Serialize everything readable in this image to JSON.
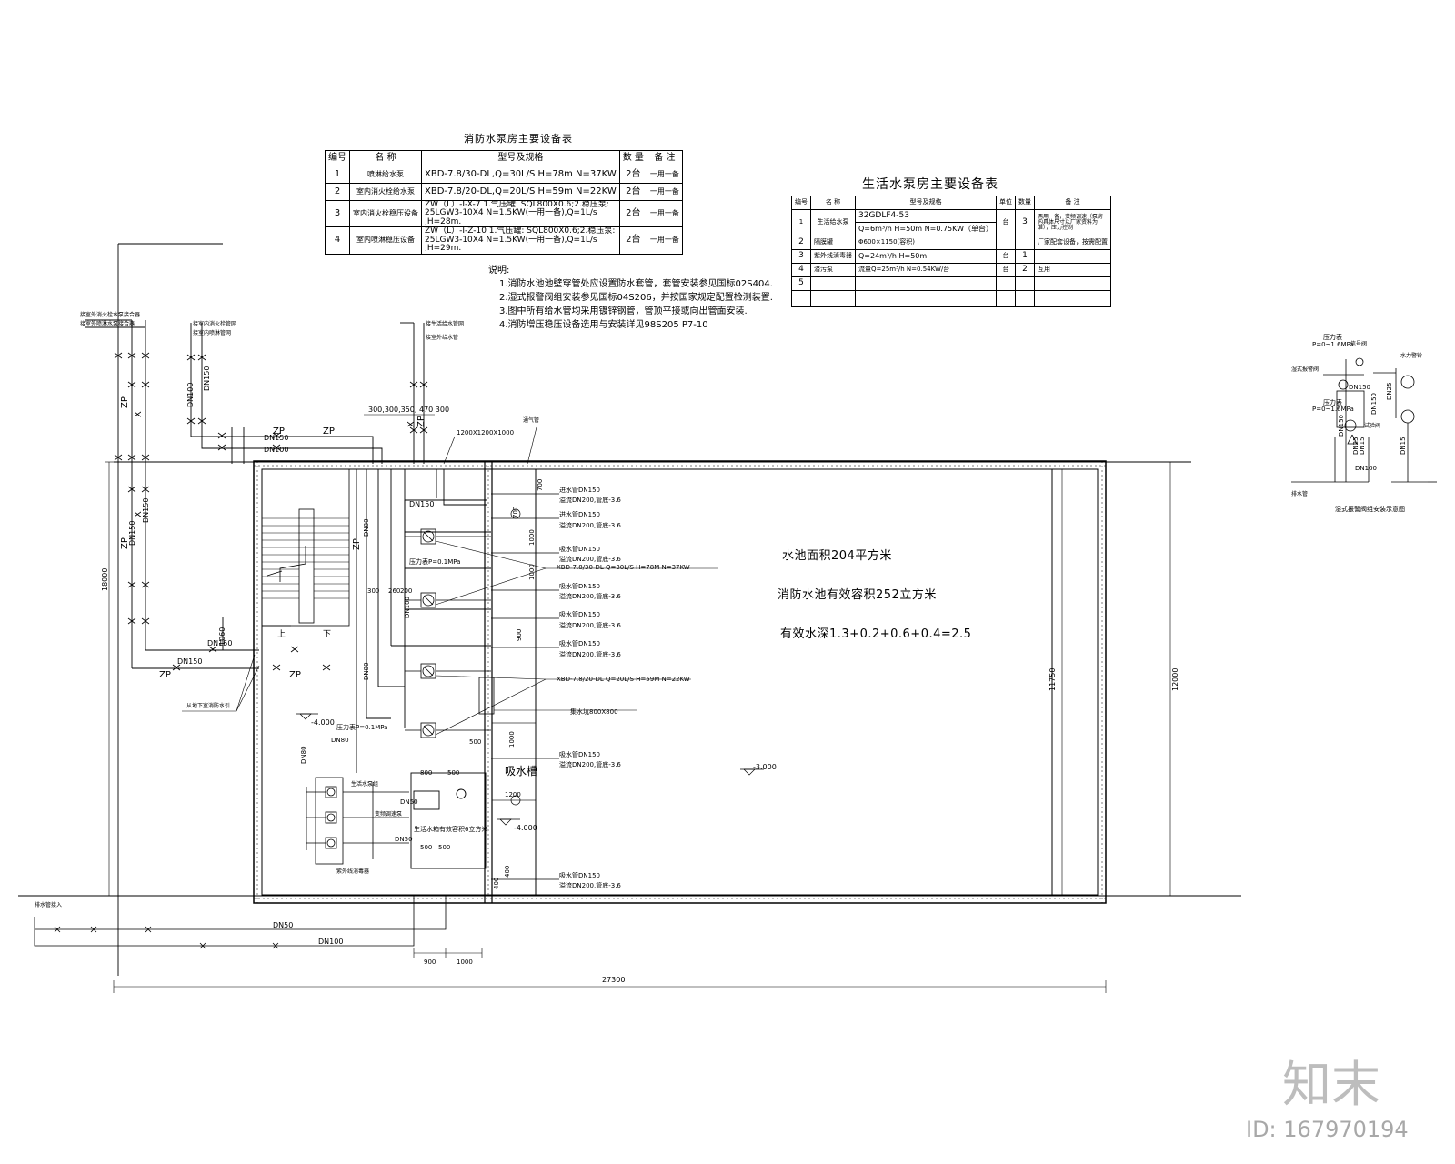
{
  "fire_table": {
    "title": "消防水泵房主要设备表",
    "headers": [
      "编号",
      "名 称",
      "型号及规格",
      "数 量",
      "备 注"
    ],
    "rows": [
      {
        "no": "1",
        "name": "喷淋给水泵",
        "spec": "XBD-7.8/30-DL,Q=30L/S H=78m N=37KW",
        "qty": "2台",
        "note": "一用一备"
      },
      {
        "no": "2",
        "name": "室内消火栓给水泵",
        "spec": "XBD-7.8/20-DL,Q=20L/S H=59m N=22KW",
        "qty": "2台",
        "note": "一用一备"
      },
      {
        "no": "3",
        "name": "室内消火栓稳压设备",
        "spec": "ZW（L）-I-X-7 1.气压罐: SQL800X0.6;2.稳压泵: 25LGW3-10X4 N=1.5KW(一用一备),Q=1L/s ,H=28m.",
        "qty": "2台",
        "note": "一用一备"
      },
      {
        "no": "4",
        "name": "室内喷淋稳压设备",
        "spec": "ZW（L）-I-Z-10 1.气压罐: SQL800X0.6;2.稳压泵: 25LGW3-10X4 N=1.5KW(一用一备),Q=1L/s ,H=29m.",
        "qty": "2台",
        "note": "一用一备"
      }
    ]
  },
  "notes": {
    "title": "说明:",
    "items": [
      "1.消防水池池壁穿管处应设置防水套管，套管安装参见国标02S404.",
      "2.湿式报警阀组安装参见国标04S206，并按国家规定配置检测装置.",
      "3.图中所有给水管均采用镀锌钢管，管顶平接或向出管面安装.",
      "4.消防增压稳压设备选用与安装详见98S205 P7-10"
    ]
  },
  "life_table": {
    "title": "生活水泵房主要设备表",
    "headers": [
      "编号",
      "名 称",
      "型号及规格",
      "单位",
      "数量",
      "备 注"
    ],
    "rows": [
      {
        "no": "1",
        "name": "生活给水泵",
        "spec1": "32GDLF4-53",
        "spec2": "Q=6m³/h H=50m N=0.75KW（单台）",
        "unit": "台",
        "qty": "3",
        "note": "两用一备，变频调速（泵房内具体尺寸以厂家资料为准），压力控制"
      },
      {
        "no": "2",
        "name": "隔膜罐",
        "spec": "Φ600×1150(容积)",
        "unit": "",
        "qty": "",
        "note": "厂家配套设备，按需配置"
      },
      {
        "no": "3",
        "name": "紫外线消毒器",
        "spec": "Q=24m³/h H=50m",
        "unit": "台",
        "qty": "1",
        "note": ""
      },
      {
        "no": "4",
        "name": "潜污泵",
        "spec": "流量Q=25m³/h N=0.54KW/台",
        "unit": "台",
        "qty": "2",
        "note": "互用"
      },
      {
        "no": "5",
        "name": "",
        "spec": "",
        "unit": "",
        "qty": "",
        "note": ""
      }
    ]
  },
  "pool": {
    "area": "水池面积204平方米",
    "volume": "消防水池有效容积252立方米",
    "depth": "有效水深1.3+0.2+0.6+0.4=2.5",
    "sump": "吸水槽",
    "level_main": "-3.000",
    "level_sump": "-4.000",
    "level_room": "-4.000"
  },
  "pump_labels": {
    "spray_pump": "XBD-7.8/30-DL Q=30L/S H=78M N=37KW",
    "hydrant_pump": "XBD-7.8/20-DL Q=20L/S H=59M N=22KW",
    "pressure_gauge_1": "压力表P=0.1MPa",
    "pressure_gauge_2": "压力表P=0.1MPa",
    "sump_size": "集水坑800X800",
    "dn": {
      "d150": "DN150",
      "d100": "DN100",
      "d80": "DN80",
      "d50": "DN50",
      "d200": "DN200"
    },
    "pool_pipes": [
      "进水管DN150",
      "溢流DN200,管底-3.6",
      "进水管DN150",
      "溢流DN200,管底-3.6",
      "吸水管DN150",
      "溢流DN200,管底-3.6",
      "吸水管DN150",
      "溢流DN200,管底-3.6",
      "吸水管DN150",
      "溢流DN200,管底-3.6",
      "吸水管DN150",
      "溢流DN200,管底-3.6",
      "吸水管DN150",
      "溢流DN200,管底-3.6"
    ],
    "zp": "ZP",
    "x": "X",
    "upper": "上",
    "lower": "下",
    "from_basement": "从地下室消防水引",
    "drain": "排水管接入",
    "hatch": "1200X1200X1000",
    "vent": "通气管",
    "lift_pump": "生活水泵组",
    "tank_label": "生活水箱",
    "tank_vol": "生活水箱有效容积6立方米",
    "life_equip_1": "紫外线消毒器",
    "life_equip_2": "变频调速泵",
    "inlet_text_1": "接室外消火栓水泵接合器",
    "inlet_text_2": "接室外喷淋水泵接合器",
    "inlet_text_3": "接室内消火栓管网",
    "inlet_text_4": "接室内喷淋管网",
    "inlet_text_5": "接生活给水管网",
    "inlet_text_6": "接室外给水管",
    "label_wet": "湿式报警阀",
    "label_pressure": "压力表",
    "label_signal": "信号阀",
    "label_water": "水力警铃",
    "label_test": "试验阀",
    "label_drain": "排水管"
  },
  "dims": {
    "total_w": "27300",
    "total_h": "12000",
    "inner_h": "11750",
    "left_h": "18000",
    "d1060": "1060",
    "d700": "700",
    "d1000": "1000",
    "d900": "900",
    "d500": "500",
    "d1200": "1200",
    "d400": "400",
    "d800": "800",
    "d300": "300",
    "d260": "260",
    "d200": "200",
    "d470": "470",
    "top_chain": "300,300,350, 470 300"
  },
  "valve_diagram": {
    "title": "湿式报警阀组安装示意图",
    "p1": "P=0~1.6MPa",
    "p2": "P=0~1.6MPa",
    "gauge": "压力表",
    "dn150": "DN150",
    "dn25": "DN25",
    "dn15": "DN15",
    "dn100": "DN100"
  },
  "watermark": {
    "logo": "知末",
    "id": "ID: 167970194"
  }
}
